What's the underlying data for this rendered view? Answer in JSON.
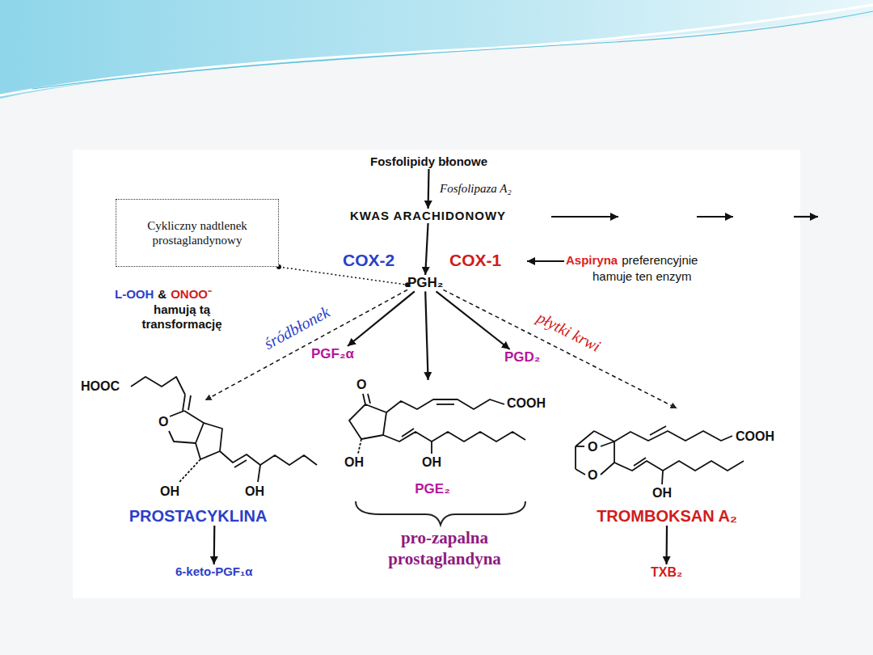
{
  "diagram": {
    "nodes": [
      {
        "text": [
          "Fosfolipidy błonowe"
        ]
      },
      {
        "text": [
          "KWAS ARACHIDONOWY"
        ]
      },
      {
        "text": [
          "Cykliczny nadtlenek prostaglandynowy"
        ]
      },
      {
        "text": [
          "PGH₂"
        ]
      },
      {
        "text": [
          "PGF₂α"
        ]
      },
      {
        "text": [
          "PGD₂"
        ]
      },
      {
        "text": [
          "PROSTACYKLINA"
        ]
      },
      {
        "text": [
          "PGE₂"
        ]
      },
      {
        "text": [
          "TROMBOKSAN A₂"
        ]
      },
      {
        "text": [
          "6-keto-PGF₁α"
        ]
      },
      {
        "text": [
          "TXB₂"
        ]
      }
    ],
    "edges": [
      {
        "from": 0,
        "to": 1,
        "arrow": "to",
        "label": "Fosfolipaza A₂"
      },
      {
        "from": 1,
        "to": 3,
        "arrow": "to"
      },
      {
        "from": 2,
        "to": 3,
        "arrow": "none"
      },
      {
        "from": 3,
        "to": 6,
        "arrow": "to",
        "label": "śródbłonek"
      },
      {
        "from": 3,
        "to": 4,
        "arrow": "to"
      },
      {
        "from": 3,
        "to": 7,
        "arrow": "to"
      },
      {
        "from": 3,
        "to": 5,
        "arrow": "to"
      },
      {
        "from": 3,
        "to": 8,
        "arrow": "to",
        "label": "płytki krwi"
      },
      {
        "from": 6,
        "to": 9,
        "arrow": "to"
      },
      {
        "from": 8,
        "to": 10,
        "arrow": "to"
      }
    ],
    "labels": [
      "COX-2",
      "COX-1",
      "Aspiryna",
      "preferencyjnie",
      "hamuje ten enzym",
      "L-OOH",
      "&",
      "ONOO⁻",
      "hamują tą transformację",
      "pro-zapalna prostaglandyna",
      "HOOC",
      "O",
      "OH",
      "OH",
      "O",
      "COOH",
      "OH",
      "OH",
      "O",
      "O",
      "COOH",
      "OH"
    ]
  }
}
